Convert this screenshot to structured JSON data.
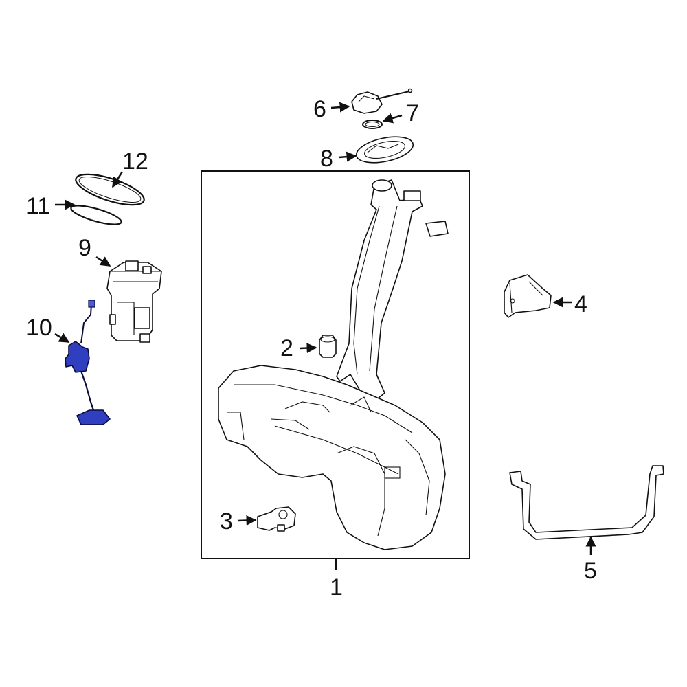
{
  "callouts": {
    "c1": "1",
    "c2": "2",
    "c3": "3",
    "c4": "4",
    "c5": "5",
    "c6": "6",
    "c7": "7",
    "c8": "8",
    "c9": "9",
    "c10": "10",
    "c11": "11",
    "c12": "12"
  },
  "colors": {
    "highlight": "#2f3fbf",
    "line": "#111111",
    "background": "#ffffff"
  },
  "highlighted_part": "10"
}
